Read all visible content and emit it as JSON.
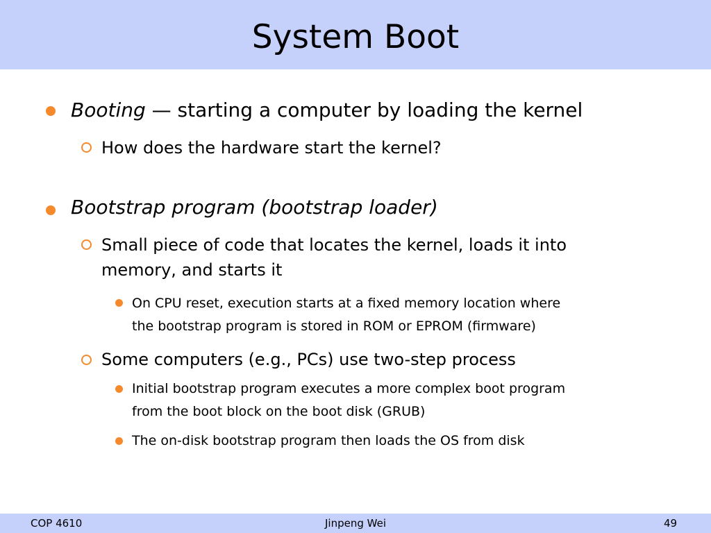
{
  "slide": {
    "title": "System Boot",
    "bullets": [
      {
        "term": "Booting",
        "rest": " — starting a computer by loading the kernel"
      },
      {
        "text": "How does the hardware start the kernel?"
      },
      {
        "term": "Bootstrap program (bootstrap loader)"
      },
      {
        "line1": "Small piece of code that locates the kernel, loads it into",
        "line2": "memory, and starts it"
      },
      {
        "line1": "On CPU reset, execution starts at a fixed memory location where",
        "line2": "the bootstrap program is stored in ROM or EPROM (firmware)"
      },
      {
        "text": "Some computers (e.g., PCs) use two-step process"
      },
      {
        "line1": "Initial bootstrap program executes a more complex boot program",
        "line2": "from the boot block on the boot disk (GRUB)"
      },
      {
        "text": "The on-disk bootstrap program then loads the OS from disk"
      }
    ]
  },
  "footer": {
    "course": "COP 4610",
    "author": "Jinpeng Wei",
    "page_number": "49"
  },
  "colors": {
    "header_band": "#c5d1fb",
    "bullet_accent": "#f58a2c"
  },
  "icons": {
    "level1": "filled-circle-bullet-icon",
    "level2": "hollow-circle-bullet-icon",
    "level3": "small-filled-circle-bullet-icon"
  }
}
